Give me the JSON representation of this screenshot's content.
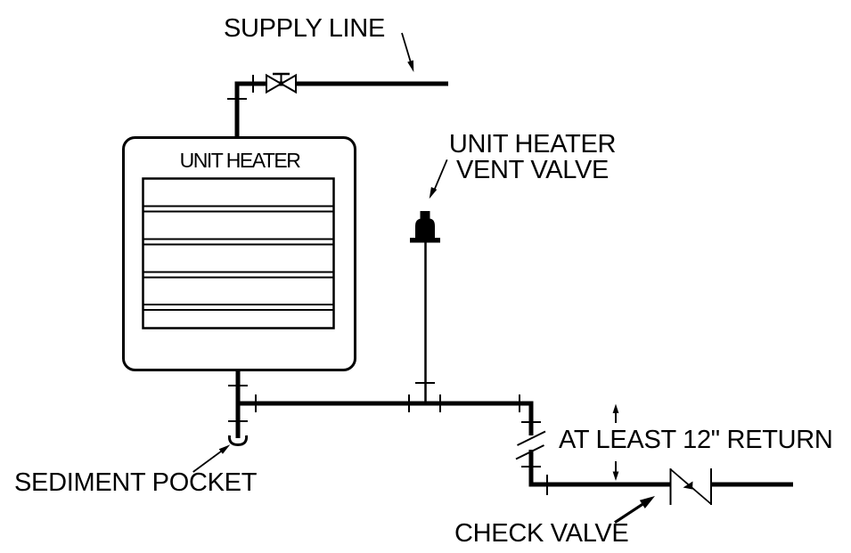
{
  "page": {
    "background": "#ffffff",
    "line_color": "#000000",
    "description": "Unit heater steam piping schematic"
  },
  "labels": {
    "supply_line": "SUPPLY LINE",
    "unit_heater": "UNIT HEATER",
    "vent_valve_line1": "UNIT HEATER",
    "vent_valve_line2": "VENT VALVE",
    "return_dimension": "AT LEAST 12\" RETURN",
    "sediment_pocket": "SEDIMENT POCKET",
    "check_valve": "CHECK VALVE"
  },
  "icons": {
    "gate_valve": "bowtie-with-stem-handle",
    "vent_valve": "filled-bell-on-base",
    "check_valve": "two-bars-with-diagonal",
    "union": "perpendicular-tick",
    "pipe_break": "double-slash",
    "sediment_cap": "upturned-cup",
    "leader_arrow": "thin-arrow",
    "dimension_arrow": "vertical-arrow"
  }
}
